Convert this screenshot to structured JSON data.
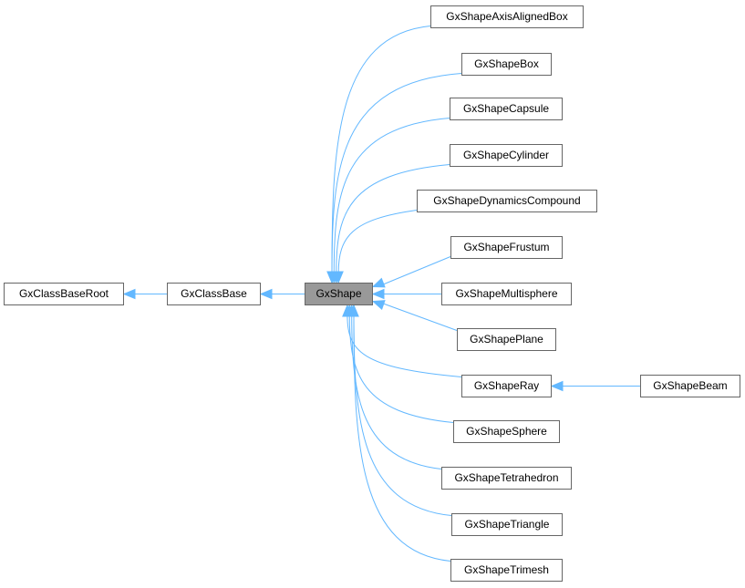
{
  "diagram": {
    "type": "class-inheritance-graph",
    "edge_color": "#63b8ff",
    "node_border_color": "#666666",
    "current_node_fill": "#999999",
    "nodes": {
      "root": "GxClassBaseRoot",
      "base": "GxClassBase",
      "shape": "GxShape",
      "aabb": "GxShapeAxisAlignedBox",
      "box": "GxShapeBox",
      "capsule": "GxShapeCapsule",
      "cylinder": "GxShapeCylinder",
      "dyncomp": "GxShapeDynamicsCompound",
      "frustum": "GxShapeFrustum",
      "multisphere": "GxShapeMultisphere",
      "plane": "GxShapePlane",
      "ray": "GxShapeRay",
      "beam": "GxShapeBeam",
      "sphere": "GxShapeSphere",
      "tetra": "GxShapeTetrahedron",
      "triangle": "GxShapeTriangle",
      "trimesh": "GxShapeTrimesh"
    },
    "edges": [
      {
        "from": "base",
        "to": "root"
      },
      {
        "from": "shape",
        "to": "base"
      },
      {
        "from": "aabb",
        "to": "shape"
      },
      {
        "from": "box",
        "to": "shape"
      },
      {
        "from": "capsule",
        "to": "shape"
      },
      {
        "from": "cylinder",
        "to": "shape"
      },
      {
        "from": "dyncomp",
        "to": "shape"
      },
      {
        "from": "frustum",
        "to": "shape"
      },
      {
        "from": "multisphere",
        "to": "shape"
      },
      {
        "from": "plane",
        "to": "shape"
      },
      {
        "from": "ray",
        "to": "shape"
      },
      {
        "from": "beam",
        "to": "ray"
      },
      {
        "from": "sphere",
        "to": "shape"
      },
      {
        "from": "tetra",
        "to": "shape"
      },
      {
        "from": "triangle",
        "to": "shape"
      },
      {
        "from": "trimesh",
        "to": "shape"
      }
    ]
  }
}
